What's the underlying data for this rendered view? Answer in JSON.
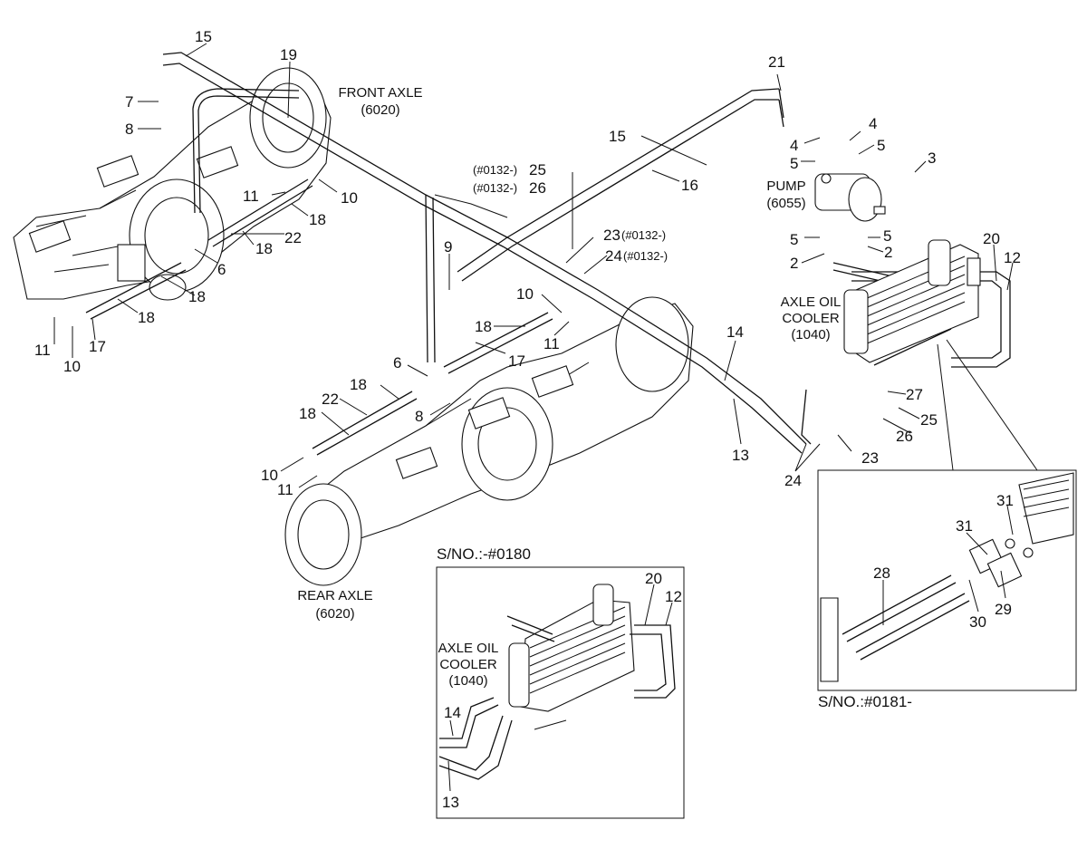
{
  "captions": {
    "front_axle": "FRONT AXLE",
    "front_axle_no": "(6020)",
    "rear_axle": "REAR AXLE",
    "rear_axle_no": "(6020)",
    "pump": "PUMP",
    "pump_no": "(6055)",
    "cooler_l1": "AXLE OIL",
    "cooler_l2": "COOLER",
    "cooler_no": "(1040)",
    "inset1_title": "S/NO.:-#0180",
    "inset1_cooler_l1": "AXLE OIL",
    "inset1_cooler_l2": "COOLER",
    "inset1_cooler_no": "(1040)",
    "inset2_title": "S/NO.:#0181-"
  },
  "callouts": {
    "c15a": "15",
    "c19": "19",
    "c7": "7",
    "c8a": "8",
    "c11a": "11",
    "c10a": "10",
    "c18a": "18",
    "c18b": "18",
    "c22a": "22",
    "c6a": "6",
    "c18c": "18",
    "c18d": "18",
    "c11b": "11",
    "c10b": "10",
    "c17a": "17",
    "c21": "21",
    "c15b": "15",
    "c16": "16",
    "c25a": "25",
    "c25a_prefix": "(#0132-)",
    "c26a": "26",
    "c26a_prefix": "(#0132-)",
    "c4a": "4",
    "c4b": "4",
    "c5a": "5",
    "c5b": "5",
    "c3": "3",
    "c5c": "5",
    "c5d": "5",
    "c2a": "2",
    "c2b": "2",
    "c23a": "23",
    "c23a_suffix": "(#0132-)",
    "c24a": "24",
    "c24a_suffix": "(#0132-)",
    "c9": "9",
    "c10c": "10",
    "c11c": "11",
    "c18e": "18",
    "c17b": "17",
    "c6b": "6",
    "c8b": "8",
    "c18f": "18",
    "c22b": "22",
    "c18g": "18",
    "c10d": "10",
    "c11d": "11",
    "c14a": "14",
    "c13a": "13",
    "c20a": "20",
    "c12a": "12",
    "c27": "27",
    "c25b": "25",
    "c26b": "26",
    "c23b": "23",
    "c24b": "24",
    "c20b": "20",
    "c12b": "12",
    "c14b": "14",
    "c13b": "13",
    "c31a": "31",
    "c31b": "31",
    "c28": "28",
    "c30": "30",
    "c29": "29"
  }
}
